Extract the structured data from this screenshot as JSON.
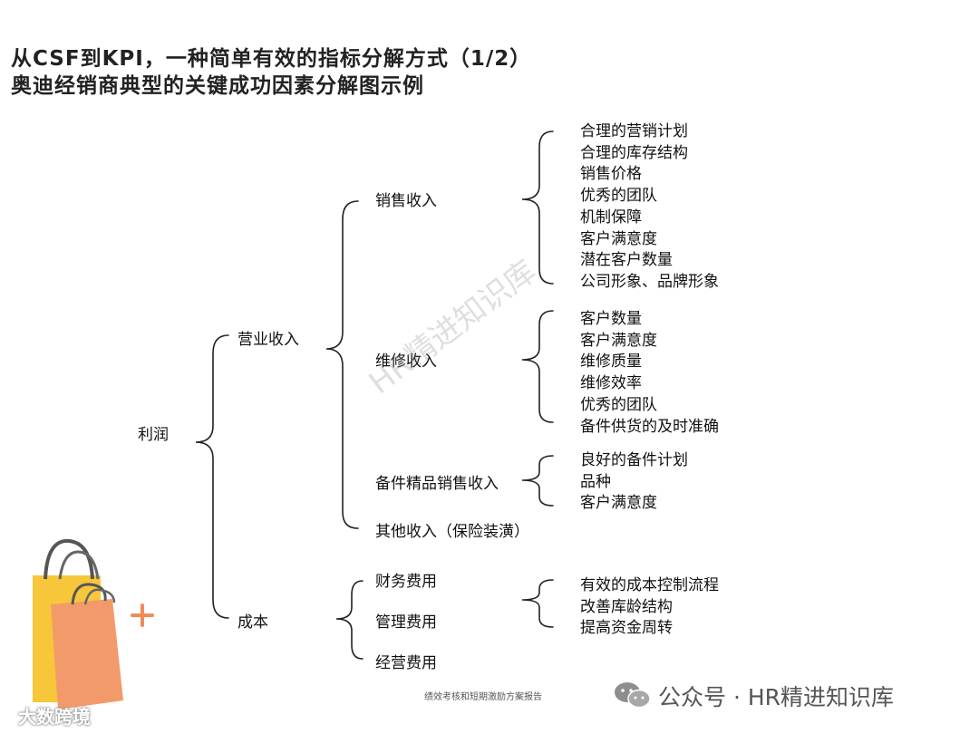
{
  "title": {
    "line1": "从CSF到KPI，一种简单有效的指标分解方式（1/2）",
    "line2": "奥迪经销商典型的关键成功因素分解图示例"
  },
  "tree": {
    "root": "利润",
    "l1": [
      "营业收入",
      "成本"
    ],
    "revenue_items": [
      "销售收入",
      "维修收入",
      "备件精品销售收入",
      "其他收入（保险装潢）"
    ],
    "cost_items": [
      "财务费用",
      "管理费用",
      "经营费用"
    ],
    "sales_factors": [
      "合理的营销计划",
      "合理的库存结构",
      "销售价格",
      "优秀的团队",
      "机制保障",
      "客户满意度",
      "潜在客户数量",
      "公司形象、品牌形象"
    ],
    "repair_factors": [
      "客户数量",
      "客户满意度",
      "维修质量",
      "维修效率",
      "优秀的团队",
      "备件供货的及时准确"
    ],
    "parts_factors": [
      "良好的备件计划",
      "品种",
      "客户满意度"
    ],
    "cost_factors": [
      "有效的成本控制流程",
      "改善库龄结构",
      "提高资金周转"
    ]
  },
  "footer": {
    "note": "绩效考核和短期激励方案报告",
    "watermark": "HR精进知识库",
    "brand": "公众号 · HR精进知识库",
    "corner": "大数跨境"
  },
  "colors": {
    "bag_yellow": "#f7c63a",
    "bag_orange": "#f39a6a",
    "plus": "#f08c5a"
  }
}
